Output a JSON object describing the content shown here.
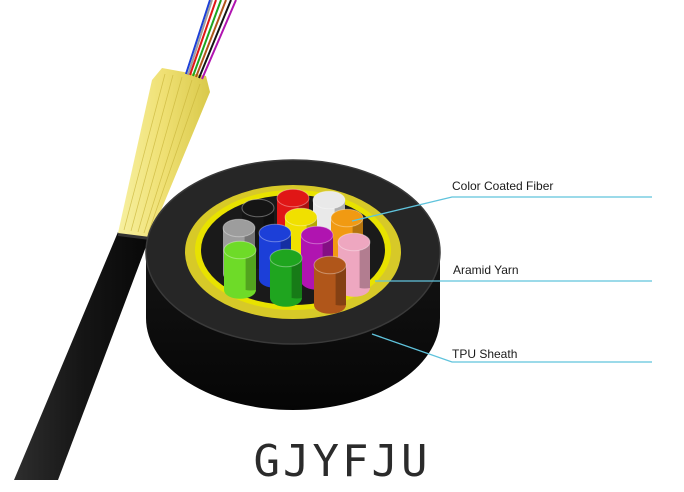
{
  "labels": {
    "fiber": "Color Coated Fiber",
    "yarn": "Aramid Yarn",
    "sheath": "TPU Sheath"
  },
  "model": "GJYFJU",
  "colors": {
    "jacket": "#1c1c1c",
    "aramid": "#f2e25a",
    "inner_ring": "#e8e200",
    "callout_line": "#5fc3dc"
  },
  "fibers": [
    {
      "name": "red",
      "color": "#e01616"
    },
    {
      "name": "white",
      "color": "#e9e9e9"
    },
    {
      "name": "black",
      "color": "#151515"
    },
    {
      "name": "yellow",
      "color": "#f0e000"
    },
    {
      "name": "orange",
      "color": "#f19a12"
    },
    {
      "name": "gray",
      "color": "#9d9d9d"
    },
    {
      "name": "blue",
      "color": "#1c3fd8"
    },
    {
      "name": "violet",
      "color": "#b014b0"
    },
    {
      "name": "pink",
      "color": "#eea7c0"
    },
    {
      "name": "light-green",
      "color": "#6edb28"
    },
    {
      "name": "green",
      "color": "#1fa51f"
    },
    {
      "name": "brown",
      "color": "#b0561a"
    }
  ]
}
